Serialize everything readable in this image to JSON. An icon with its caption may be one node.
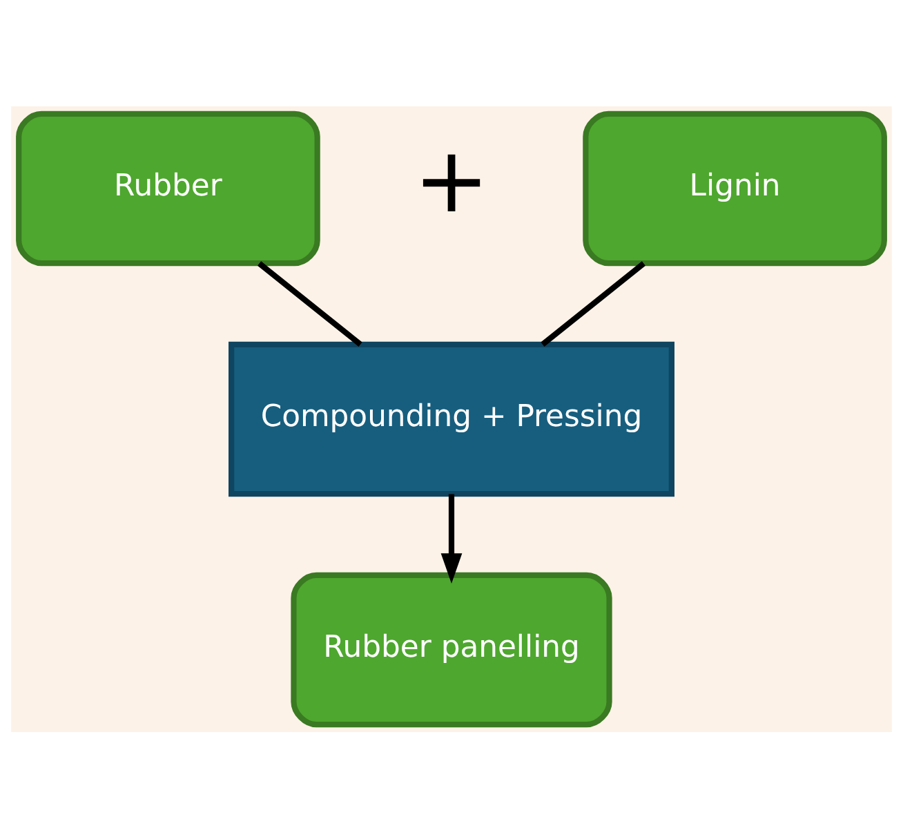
{
  "diagram": {
    "nodes": [
      {
        "text": [
          "Rubber"
        ]
      },
      {
        "text": [
          "Lignin"
        ]
      },
      {
        "text": [
          "Compounding + Pressing"
        ]
      },
      {
        "text": [
          "Rubber panelling"
        ]
      }
    ],
    "edges": [
      {
        "from": 0,
        "to": 2,
        "arrow": "none"
      },
      {
        "from": 1,
        "to": 2,
        "arrow": "none"
      },
      {
        "from": 2,
        "to": 3,
        "arrow": "to"
      }
    ],
    "labels": [
      "+"
    ]
  }
}
